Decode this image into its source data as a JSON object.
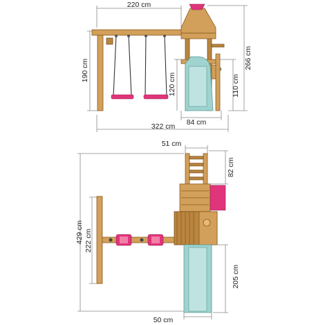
{
  "colors": {
    "wood": "#d2a05a",
    "wood_dark": "#b9853f",
    "slide": "#9fd3cf",
    "accent_pink": "#e0357a",
    "dimension_line": "#888888"
  },
  "side_view": {
    "dim_swing_width": "220 cm",
    "dim_swing_height": "190 cm",
    "dim_total_height": "266 cm",
    "dim_platform_height": "120 cm",
    "dim_deck_height": "110 cm",
    "dim_tower_width": "84 cm",
    "dim_total_width": "322 cm"
  },
  "top_view": {
    "dim_ladder_width": "51 cm",
    "dim_ladder_length": "82 cm",
    "dim_total_depth": "429 cm",
    "dim_swing_depth": "222 cm",
    "dim_slide_length": "205 cm",
    "dim_slide_width": "50 cm"
  }
}
